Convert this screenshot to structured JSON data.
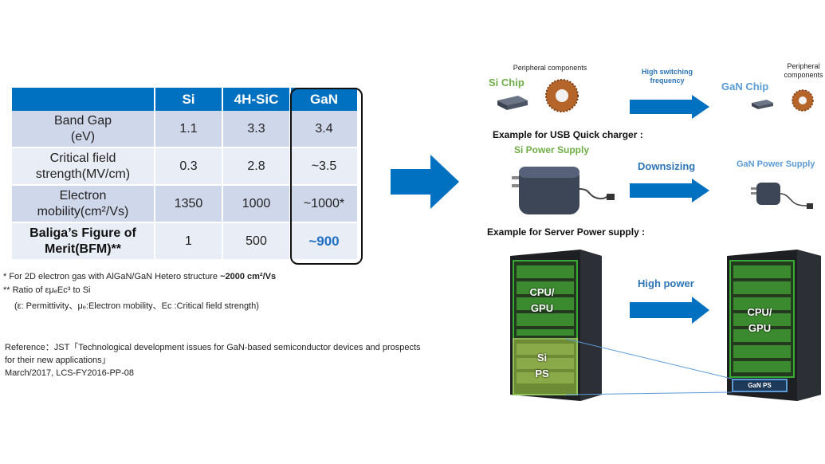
{
  "table": {
    "headers": [
      "",
      "Si",
      "4H-SiC",
      "GaN"
    ],
    "rows": [
      {
        "label_line1": "Band Gap",
        "label_line2": "(eV)",
        "si": "1.1",
        "sic": "3.3",
        "gan": "3.4"
      },
      {
        "label_line1": "Critical field",
        "label_line2": "strength(MV/cm)",
        "si": "0.3",
        "sic": "2.8",
        "gan": "~3.5"
      },
      {
        "label_line1": "Electron",
        "label_line2": "mobility(cm²/Vs)",
        "si": "1350",
        "sic": "1000",
        "gan": "~1000*"
      },
      {
        "label_line1": "Baliga’s Figure of",
        "label_line2": "Merit(BFM)**",
        "si": "1",
        "sic": "500",
        "gan": "~900"
      }
    ]
  },
  "notes": {
    "n1_prefix": "*   For 2D electron gas with AlGaN/GaN Hetero  structure ",
    "n1_bold": "~2000 cm²/Vs",
    "n2": "** Ratio of εμₑEc³ to Si",
    "n3": "(ε: Permittivity、μₑ:Electron mobility、Ec :Critical field  strength)"
  },
  "reference": {
    "line1": "Reference：JST「Technological development  issues for GaN-based semiconductor devices and prospects",
    "line2": "for their new applications」",
    "line3": "March/2017, LCS-FY2016-PP-08"
  },
  "right": {
    "si_chip": "Si Chip",
    "peripheral_1": "Peripheral components",
    "high_switching_1": "High switching",
    "high_switching_2": "frequency",
    "gan_chip": "GaN Chip",
    "peripheral_2a": "Peripheral",
    "peripheral_2b": "components",
    "usb_title": "Example for USB Quick charger :",
    "si_power_supply": "Si Power Supply",
    "downsizing": "Downsizing",
    "gan_power_supply": "GaN Power Supply",
    "server_title": "Example for Server Power supply :",
    "high_power": "High power",
    "cpu_gpu_1a": "CPU/",
    "cpu_gpu_1b": "GPU",
    "si_ps_a": "Si",
    "si_ps_b": "PS",
    "cpu_gpu_2a": "CPU/",
    "cpu_gpu_2b": "GPU",
    "gan_ps": "GaN PS"
  },
  "colors": {
    "table_header": "#0070c0",
    "row_dark": "#cfd7ea",
    "row_light": "#e9edf6",
    "arrow": "#0070c0",
    "si_green": "#70ad47",
    "gan_blue": "#5b9bd5"
  }
}
